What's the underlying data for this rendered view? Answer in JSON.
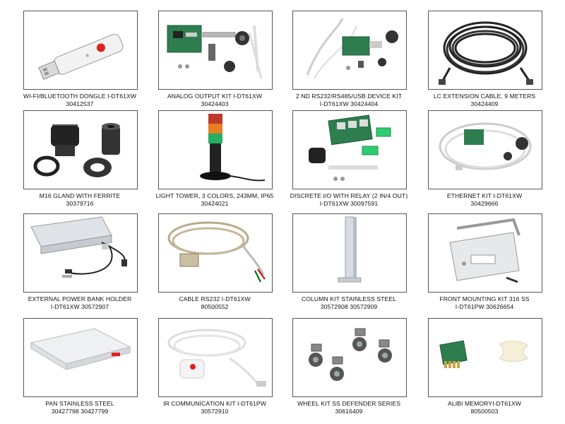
{
  "products": [
    {
      "icon": "wifi-dongle-icon",
      "line1": "WI-FI/BLUETOOTH DONGLE I-DT61XW",
      "line2": "30412537"
    },
    {
      "icon": "analog-output-kit-icon",
      "line1": "ANALOG OUTPUT KIT I-DT61XW",
      "line2": "30424403"
    },
    {
      "icon": "device-kit-board-icon",
      "line1": "2 ND RS232/RS485/USB DEVICE KIT",
      "line2": "I-DT61XW 30424404"
    },
    {
      "icon": "extension-cable-icon",
      "line1": "LC EXTENSION CABLE, 9 METERS",
      "line2": "30424409"
    },
    {
      "icon": "gland-ferrite-icon",
      "line1": "M16 GLAND WITH FERRITE",
      "line2": "30379716"
    },
    {
      "icon": "light-tower-icon",
      "line1": "LIGHT TOWER, 3 COLORS, 243MM, IP65",
      "line2": "30424021"
    },
    {
      "icon": "relay-board-icon",
      "line1": "DISCRETE I/O WITH RELAY (2 IN/4 OUT)",
      "line2": "I-DT61XW 30097591"
    },
    {
      "icon": "ethernet-kit-icon",
      "line1": "ETHERNET KIT I-DT61XW",
      "line2": "30429666"
    },
    {
      "icon": "power-bank-holder-icon",
      "line1": "EXTERNAL POWER BANK HOLDER",
      "line2": "I-DT61XW 30572907"
    },
    {
      "icon": "rs232-cable-icon",
      "line1": "CABLE RS232 I-DT61XW",
      "line2": "80500552"
    },
    {
      "icon": "column-kit-icon",
      "line1": "COLUMN KIT STAINLESS STEEL",
      "line2": "30572908 30572909"
    },
    {
      "icon": "mounting-kit-icon",
      "line1": "FRONT MOUNTING KIT 316 SS",
      "line2": "I-DT61PW 30626654"
    },
    {
      "icon": "stainless-pan-icon",
      "line1": "PAN STAINLESS STEEL",
      "line2": "30427798 30427799"
    },
    {
      "icon": "ir-communication-kit-icon",
      "line1": "IR COMMUNICATION KIT I-DT61PW",
      "line2": "30572910"
    },
    {
      "icon": "wheel-kit-icon",
      "line1": "WHEEL KIT SS DEFENDER SERIES",
      "line2": "30616409"
    },
    {
      "icon": "alibi-memory-icon",
      "line1": "ALIBI MEMORYI-DT61XW",
      "line2": "80500503"
    }
  ]
}
